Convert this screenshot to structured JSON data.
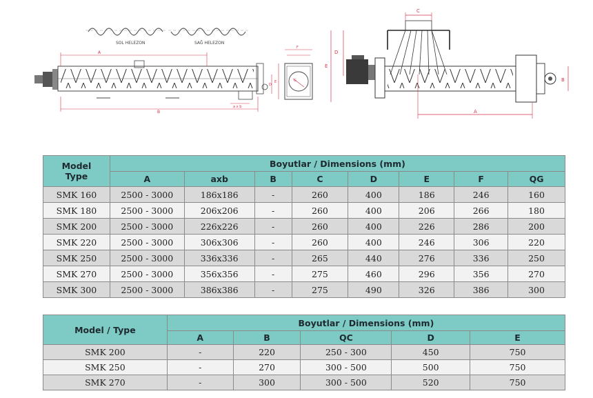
{
  "drawings": {
    "left_labels": {
      "sol": "SOL HELEZON",
      "sag": "SAĞ HELEZON"
    },
    "dim_letters_left": {
      "a": "A",
      "b": "B",
      "axb": "a x b",
      "d": "D",
      "g": "G",
      "e": "E",
      "f": "F"
    },
    "dim_letters_right": {
      "c": "C",
      "d": "D",
      "e": "E",
      "a": "A",
      "b": "B"
    }
  },
  "table1": {
    "model_header": [
      "Model",
      "Type"
    ],
    "group_header": "Boyutlar / Dimensions (mm)",
    "columns": [
      "A",
      "axb",
      "B",
      "C",
      "D",
      "E",
      "F",
      "QG"
    ],
    "rows": [
      [
        "SMK 160",
        "2500 - 3000",
        "186x186",
        "-",
        "260",
        "400",
        "186",
        "246",
        "160"
      ],
      [
        "SMK 180",
        "2500 - 3000",
        "206x206",
        "-",
        "260",
        "400",
        "206",
        "266",
        "180"
      ],
      [
        "SMK 200",
        "2500 - 3000",
        "226x226",
        "-",
        "260",
        "400",
        "226",
        "286",
        "200"
      ],
      [
        "SMK 220",
        "2500 - 3000",
        "306x306",
        "-",
        "260",
        "400",
        "246",
        "306",
        "220"
      ],
      [
        "SMK 250",
        "2500 - 3000",
        "336x336",
        "-",
        "265",
        "440",
        "276",
        "336",
        "250"
      ],
      [
        "SMK 270",
        "2500 - 3000",
        "356x356",
        "-",
        "275",
        "460",
        "296",
        "356",
        "270"
      ],
      [
        "SMK 300",
        "2500 - 3000",
        "386x386",
        "-",
        "275",
        "490",
        "326",
        "386",
        "300"
      ]
    ]
  },
  "table2": {
    "model_header": "Model / Type",
    "group_header": "Boyutlar / Dimensions (mm)",
    "columns": [
      "A",
      "B",
      "QC",
      "D",
      "E"
    ],
    "rows": [
      [
        "SMK 200",
        "-",
        "220",
        "250 - 300",
        "450",
        "750"
      ],
      [
        "SMK 250",
        "-",
        "270",
        "300 - 500",
        "500",
        "750"
      ],
      [
        "SMK 270",
        "-",
        "300",
        "300 - 500",
        "520",
        "750"
      ]
    ]
  },
  "colors": {
    "header_teal": "#7ecac5",
    "row_dark": "#d9d9d9",
    "row_light": "#f2f2f2",
    "dim_red": "#d8334a"
  }
}
